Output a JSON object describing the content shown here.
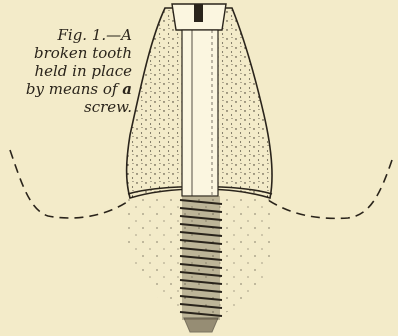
{
  "caption": {
    "fig_label": "Fig. 1.—A",
    "line2": "broken tooth",
    "line3": "held in place",
    "line4_prefix": "by means of",
    "line4_bold": "a",
    "line5": "screw."
  },
  "colors": {
    "paper": "#f3ebc9",
    "ink": "#2a241b",
    "highlight": "#fbf6e0"
  }
}
